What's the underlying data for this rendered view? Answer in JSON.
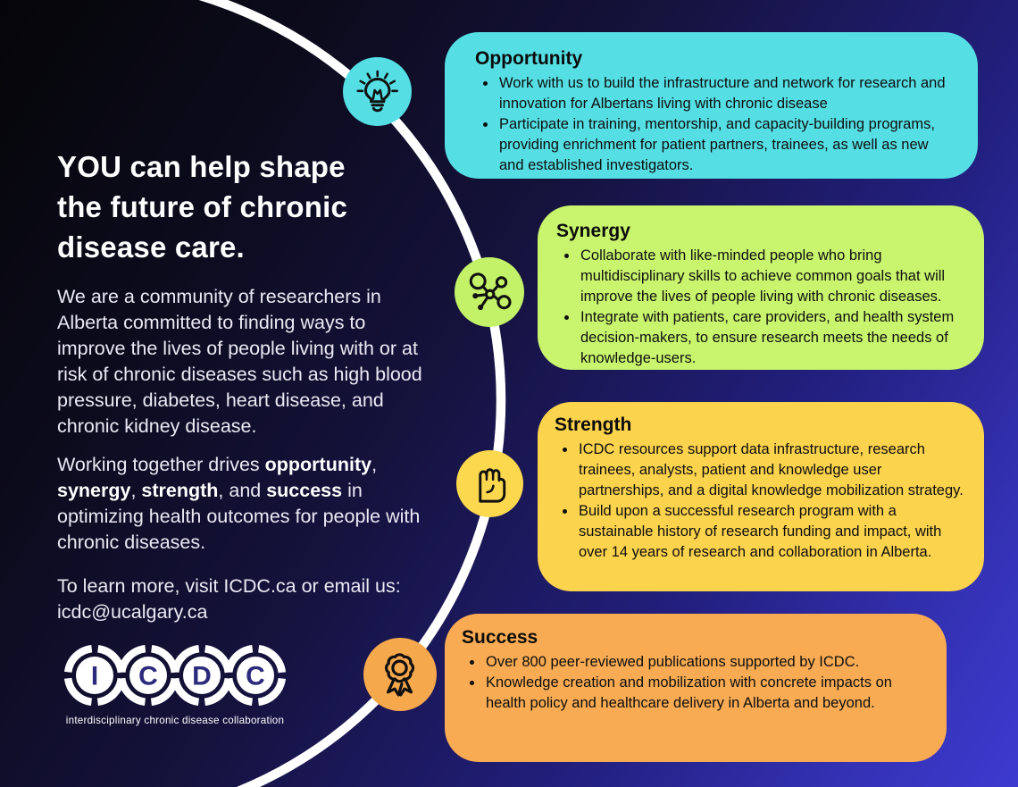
{
  "colors": {
    "background_top": "#050508",
    "background_bottom": "#3d3ad0",
    "arc": "#ffffff",
    "opportunity": "#55dfe4",
    "synergy": "#c9f56e",
    "strength": "#fcd34d",
    "success": "#f8ab53",
    "icon_bulb_bg": "#55dfe4",
    "icon_molecule_bg": "#c3f268",
    "icon_fist_bg": "#fcd84f",
    "icon_award_bg": "#f5a84c",
    "card_text": "#0e0e0e",
    "left_text": "#ece9f5",
    "logo_navy": "#2b2a7c"
  },
  "left": {
    "headline_lines": [
      "YOU can help shape",
      "the future of chronic",
      "disease care."
    ],
    "intro": "We are a community of researchers in Alberta committed to finding ways to improve the lives of people living with or at risk of chronic diseases such as high blood pressure, diabetes, heart disease, and chronic kidney disease.",
    "together": {
      "s1": "Working together drives ",
      "b1": "opportunity",
      "s2": ", ",
      "b2": "synergy",
      "s3": ", ",
      "b3": "strength",
      "s4": ", and ",
      "b4": "success",
      "s5": " in optimizing health outcomes for people with chronic diseases."
    },
    "contact_line1": "To learn more, visit ICDC.ca or email us:",
    "contact_line2": "icdc@ucalgary.ca"
  },
  "logo": {
    "letters": [
      "I",
      "C",
      "D",
      "C"
    ],
    "tagline": "interdisciplinary chronic disease collaboration"
  },
  "cards": [
    {
      "title": "Opportunity",
      "icon": "lightbulb-icon",
      "bullets": [
        "Work with us to build the infrastructure and network for research and innovation for Albertans living with chronic disease",
        "Participate in training, mentorship, and capacity-building programs, providing enrichment for patient partners, trainees, as well as new and established investigators."
      ]
    },
    {
      "title": "Synergy",
      "icon": "molecule-icon",
      "bullets": [
        "Collaborate with like-minded people who bring multidisciplinary skills to achieve common goals that will improve the lives of people living with chronic diseases.",
        " Integrate with patients, care providers, and health system decision-makers, to ensure research meets the needs of knowledge-users."
      ]
    },
    {
      "title": "Strength",
      "icon": "fist-icon",
      "bullets": [
        "ICDC resources support data infrastructure, research trainees, analysts, patient and knowledge user partnerships, and a digital knowledge mobilization strategy.",
        "Build upon a successful research program with a sustainable history of research funding and impact, with over 14 years of research and collaboration in Alberta."
      ]
    },
    {
      "title": "Success",
      "icon": "award-ribbon-icon",
      "bullets": [
        "Over 800 peer-reviewed publications supported by ICDC.",
        " Knowledge creation and mobilization with concrete impacts on health policy and healthcare delivery in Alberta and beyond."
      ]
    }
  ]
}
